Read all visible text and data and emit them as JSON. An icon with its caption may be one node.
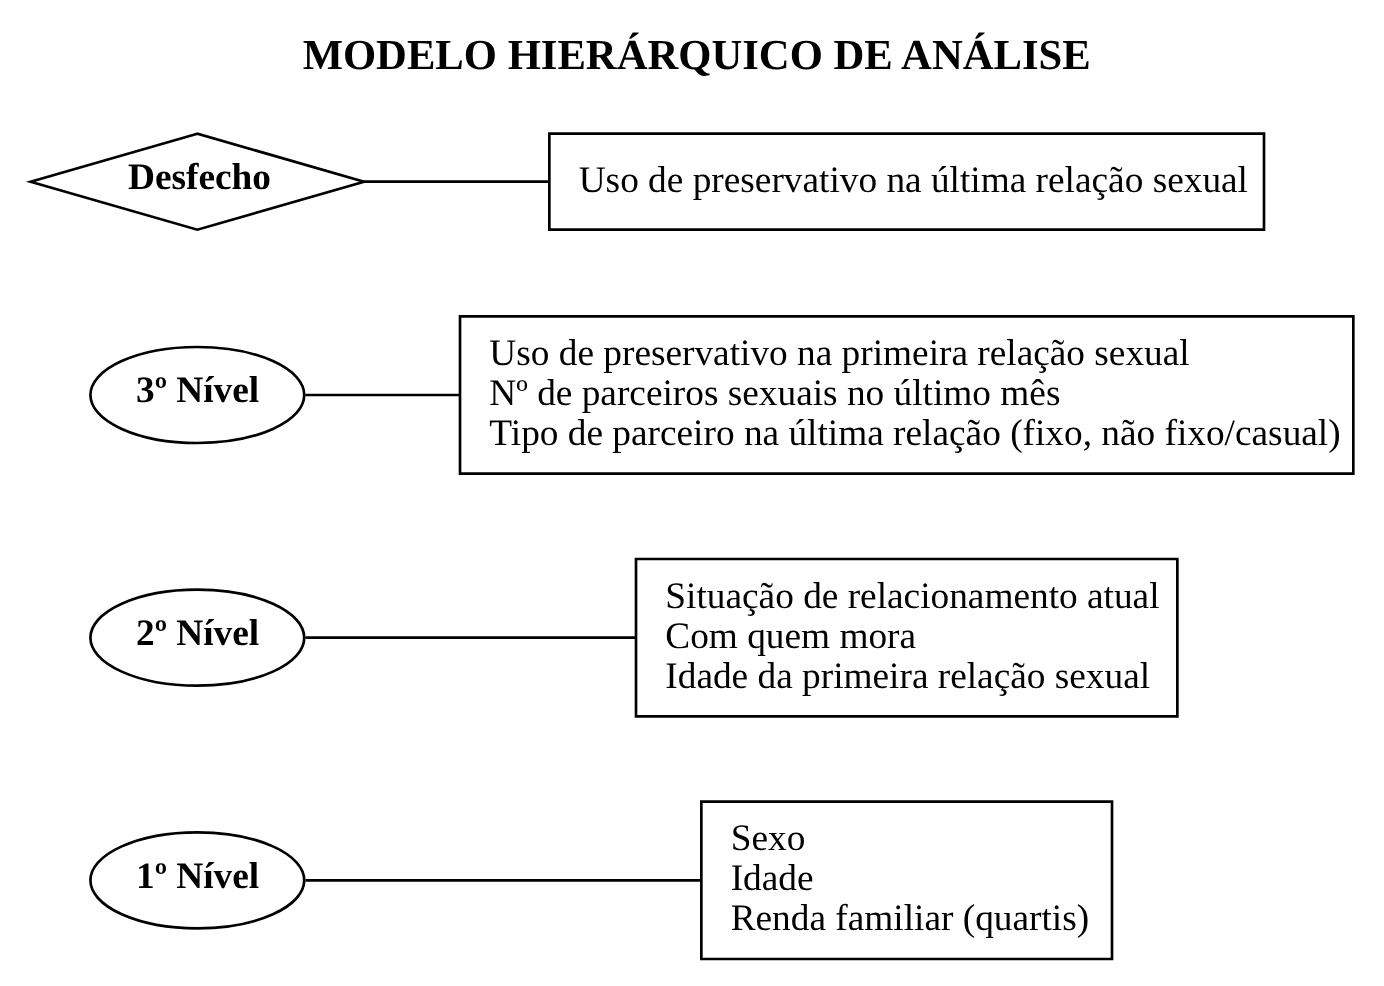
{
  "diagram": {
    "title": "MODELO HIERÁRQUICO DE ANÁLISE",
    "nodes": [
      {
        "text": [
          "1º Nível"
        ]
      },
      {
        "text": [
          "Sexo",
          "Idade",
          "Renda familiar (quartis)"
        ]
      },
      {
        "text": [
          "2º Nível"
        ]
      },
      {
        "text": [
          "Situação de relacionamento atual",
          "Com quem mora",
          "Idade da primeira relação sexual"
        ]
      },
      {
        "text": [
          "3º Nível"
        ]
      },
      {
        "text": [
          "Uso de preservativo na primeira relação sexual",
          "Nº de parceiros sexuais no último mês",
          "Tipo de parceiro na última relação (fixo, não fixo/casual)"
        ]
      },
      {
        "text": [
          "Desfecho"
        ]
      },
      {
        "text": [
          "Uso de preservativo na última relação sexual"
        ]
      }
    ],
    "edges": [
      {
        "from": 0,
        "to": 1,
        "arrow": "none"
      },
      {
        "from": 2,
        "to": 3,
        "arrow": "none"
      },
      {
        "from": 4,
        "to": 5,
        "arrow": "none"
      },
      {
        "from": 6,
        "to": 7,
        "arrow": "none"
      }
    ]
  }
}
